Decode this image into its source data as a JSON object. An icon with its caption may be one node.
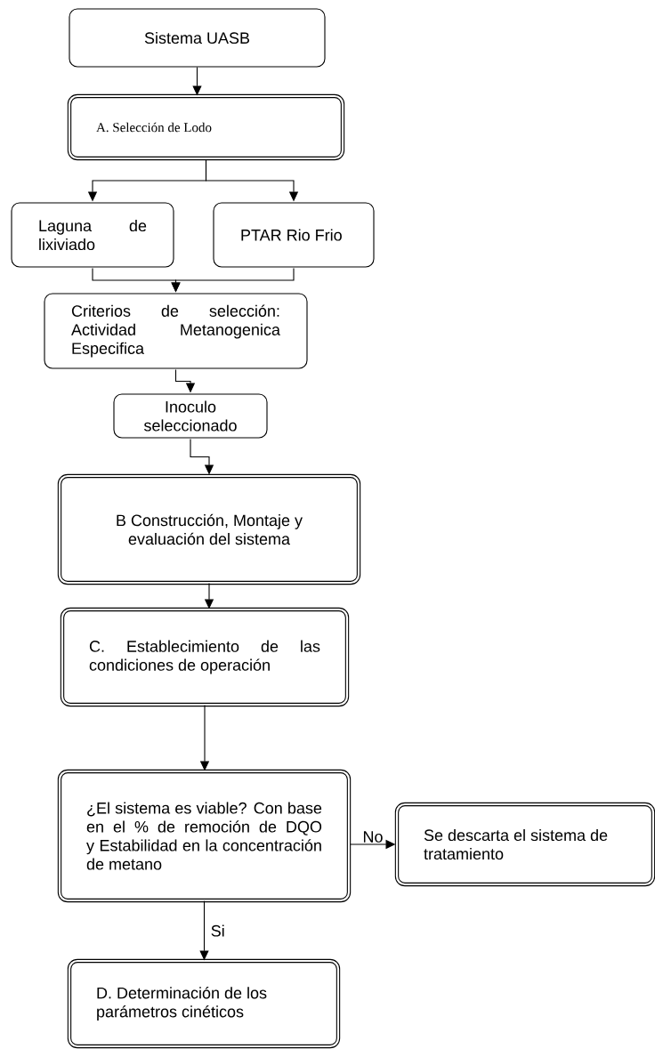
{
  "diagram": {
    "nodes": [
      {
        "text": [
          "Sistema UASB"
        ]
      },
      {
        "text": [
          "A. Selección de Lodo"
        ]
      },
      {
        "text": [
          "Laguna de lixiviado"
        ]
      },
      {
        "text": [
          "PTAR Rio Frio"
        ]
      },
      {
        "text": [
          "Criterios de selección: Actividad Metanogenica Especifica"
        ]
      },
      {
        "text": [
          "Inoculo seleccionado"
        ]
      },
      {
        "text": [
          "B Construcción, Montaje y evaluación del sistema"
        ]
      },
      {
        "text": [
          "C. Establecimiento de las condiciones de operación"
        ]
      },
      {
        "text": [
          "¿El sistema es viable? Con base en el % de remoción de DQO y Estabilidad en la concentración de metano"
        ]
      },
      {
        "text": [
          "Se descarta el sistema de tratamiento"
        ]
      },
      {
        "text": [
          "D. Determinación de los parámetros cinéticos"
        ]
      }
    ],
    "edges": [
      {
        "from": 0,
        "to": 1,
        "arrow": "to"
      },
      {
        "from": 1,
        "to": 2,
        "arrow": "to"
      },
      {
        "from": 1,
        "to": 3,
        "arrow": "to"
      },
      {
        "from": 2,
        "to": 4,
        "arrow": "to"
      },
      {
        "from": 3,
        "to": 4,
        "arrow": "to"
      },
      {
        "from": 4,
        "to": 5,
        "arrow": "to"
      },
      {
        "from": 5,
        "to": 6,
        "arrow": "to"
      },
      {
        "from": 6,
        "to": 7,
        "arrow": "to"
      },
      {
        "from": 7,
        "to": 8,
        "arrow": "to"
      },
      {
        "from": 8,
        "to": 9,
        "arrow": "to",
        "label": "No"
      },
      {
        "from": 8,
        "to": 10,
        "arrow": "to",
        "label": "Si"
      }
    ]
  }
}
